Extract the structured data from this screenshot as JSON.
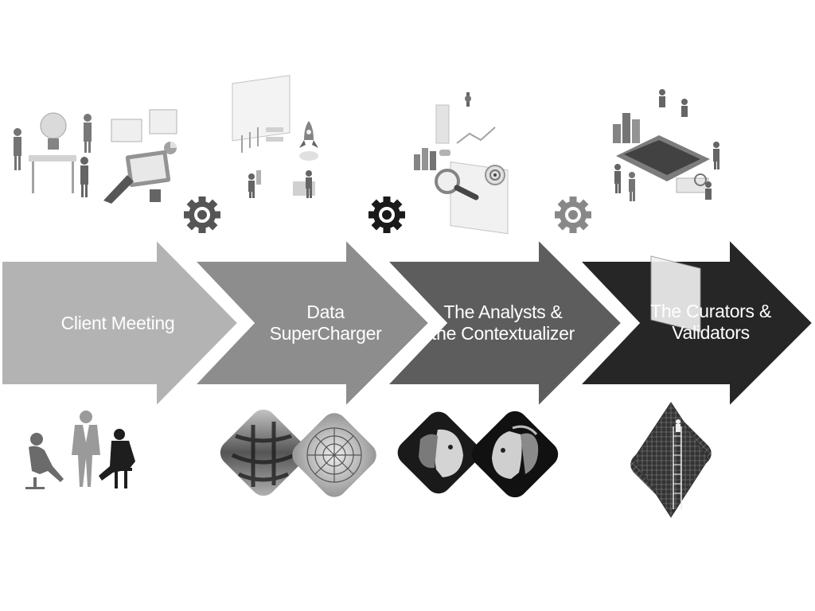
{
  "steps": [
    {
      "label": "Client Meeting",
      "color": "#b3b3b3"
    },
    {
      "label": "Data SuperCharger",
      "color": "#8d8d8d"
    },
    {
      "label": "The Analysts & the Contextualizer",
      "color": "#5d5d5d"
    },
    {
      "label": "The Curators & Validators",
      "color": "#262626"
    }
  ],
  "connector_icons": [
    {
      "icon": "gear-icon",
      "color": "#555555"
    },
    {
      "icon": "gear-icon",
      "color": "#1a1a1a"
    },
    {
      "icon": "gear-icon",
      "color": "#888888"
    }
  ],
  "top_illustrations": [
    "meeting-ideas-illustration",
    "launch-dashboard-illustration",
    "analytics-search-illustration",
    "laptop-team-illustration"
  ],
  "bottom_images": [
    "business-people-silhouettes",
    "machinery-and-dial-photos",
    "robot-faces-photos",
    "ladder-data-photo"
  ]
}
